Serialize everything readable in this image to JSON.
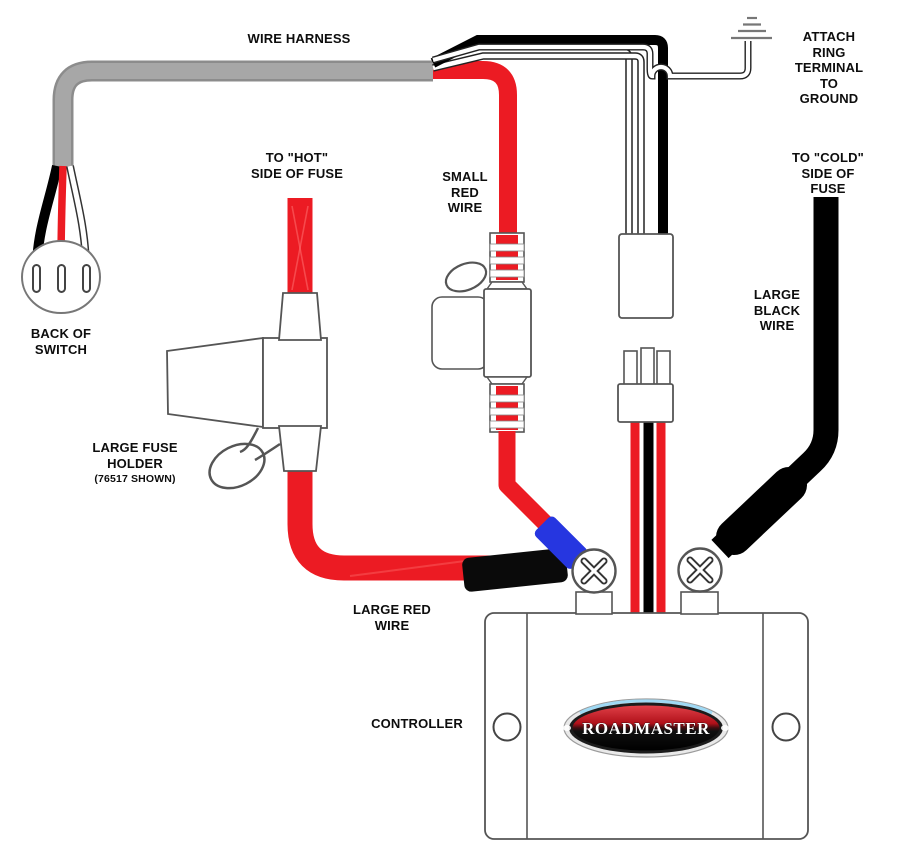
{
  "diagram": {
    "title_context": "Controller wiring diagram",
    "labels": {
      "wire_harness": "WIRE HARNESS",
      "attach_ring": "ATTACH RING\nTERMINAL\nTO GROUND",
      "to_hot": "TO \"HOT\"\nSIDE OF FUSE",
      "small_red_wire": "SMALL\nRED\nWIRE",
      "to_cold": "TO \"COLD\"\nSIDE OF FUSE",
      "large_black_wire": "LARGE\nBLACK\nWIRE",
      "back_of_switch": "BACK OF\nSWITCH",
      "large_fuse_holder": "LARGE FUSE\nHOLDER",
      "large_fuse_holder_note": "(76517 SHOWN)",
      "large_red_wire": "LARGE RED\nWIRE",
      "controller": "CONTROLLER",
      "logo_text": "ROADMASTER"
    },
    "colors": {
      "wire_red": "#ec1b23",
      "wire_black": "#000000",
      "wire_white": "#ffffff",
      "harness_gray": "#a7a7a7",
      "harness_gray_edge": "#8c8c8c",
      "connector_blue": "#2636e0",
      "outline_gray": "#555555",
      "logo_red": "#b01019",
      "logo_black": "#000000",
      "logo_chrome": "#e9e9e9",
      "logo_blue_rim": "#9fd9f4",
      "label_text": "#0d0d0d"
    }
  }
}
